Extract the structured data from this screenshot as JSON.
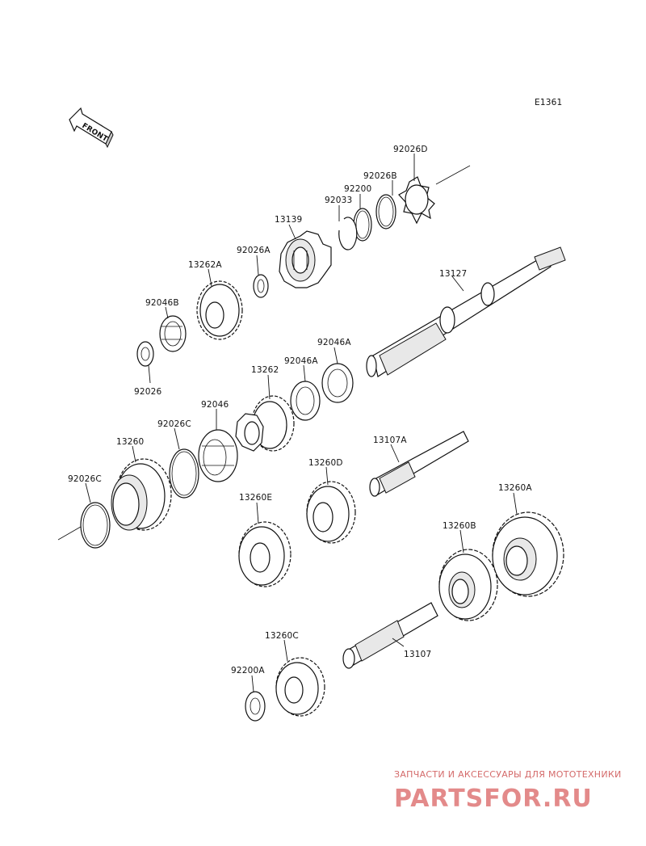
{
  "diagram": {
    "code": "E1361",
    "front_arrow_label": "FRONT",
    "part_labels": {
      "p92026D": "92026D",
      "p92026B": "92026B",
      "p92200": "92200",
      "p92033": "92033",
      "p13139": "13139",
      "p92026A": "92026A",
      "p13262A": "13262A",
      "p13127": "13127",
      "p92046B": "92046B",
      "p92026": "92026",
      "p92046A_1": "92046A",
      "p92046A_2": "92046A",
      "p13262": "13262",
      "p92046": "92046",
      "p92026C_1": "92026C",
      "p13260": "13260",
      "p13107A": "13107A",
      "p92026C_2": "92026C",
      "p13260D": "13260D",
      "p13260A": "13260A",
      "p13260E": "13260E",
      "p13260B": "13260B",
      "p13107": "13107",
      "p13260C": "13260C",
      "p92200A": "92200A"
    }
  },
  "watermark": {
    "tagline": "ЗАПЧАСТИ И АКСЕССУАРЫ ДЛЯ МОТОТЕХНИКИ",
    "brand": "PARTSFOR.RU",
    "color": "#e38a8a"
  }
}
